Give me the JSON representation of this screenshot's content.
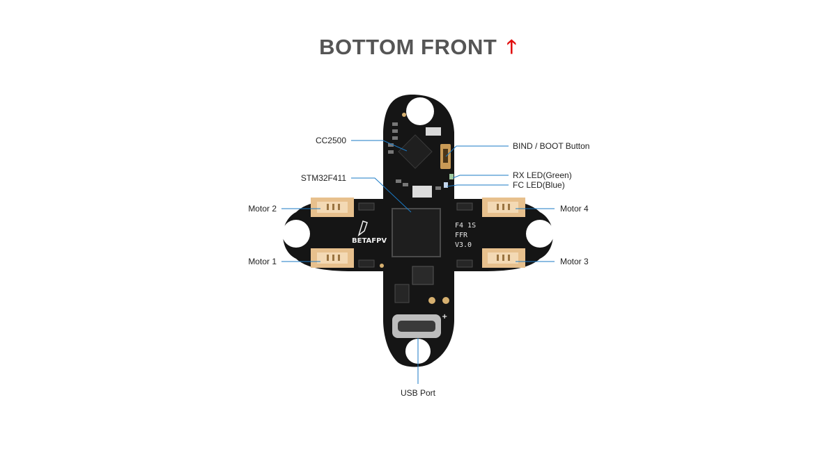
{
  "title": {
    "text": "BOTTOM FRONT",
    "arrow": "up-arrow",
    "arrow_color": "#e10d0d"
  },
  "board": {
    "brand": "BETAFPV",
    "model_lines": [
      "F4 1S",
      "FFR",
      "V3.0"
    ],
    "plus_mark": "+"
  },
  "callouts": {
    "cc2500": "CC2500",
    "stm32": "STM32F411",
    "motor2": "Motor 2",
    "motor1": "Motor 1",
    "bind_boot": "BIND / BOOT Button",
    "rx_led": "RX LED(Green)",
    "fc_led": "FC LED(Blue)",
    "motor4": "Motor 4",
    "motor3": "Motor 3",
    "usb_port": "USB Port"
  },
  "colors": {
    "leader": "#1a7ac6",
    "board": "#151515",
    "connector": "#e7c08d",
    "text": "#222222"
  }
}
